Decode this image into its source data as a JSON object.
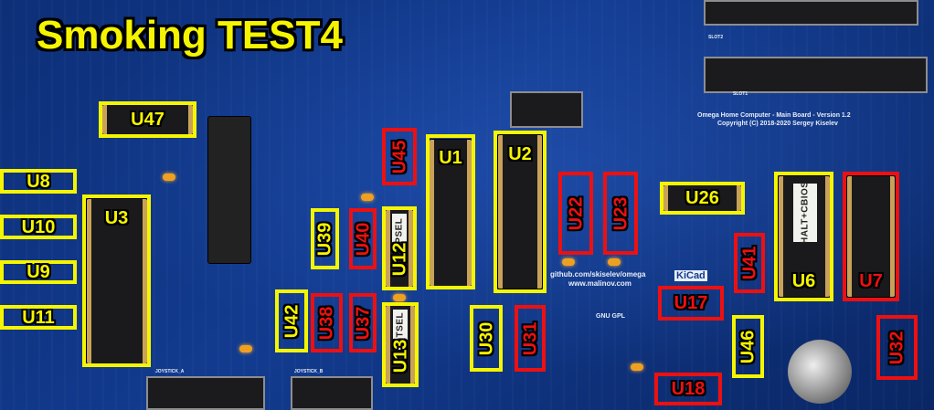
{
  "title": "Smoking TEST4",
  "colors": {
    "ok": "#f5f500",
    "fail": "#ee1010",
    "board": "#123b8f"
  },
  "board_text": {
    "main": "Omega Home Computer - Main Board - Version 1.2",
    "copyright": "Copyright (C) 2018-2020 Sergey Kiselev",
    "github": "github.com/skiselev/omega",
    "site": "www.malinov.com",
    "gpl": "GNU GPL",
    "kicad": "KiCad",
    "slot1": "SLOT1",
    "slot2": "SLOT2",
    "joy_a": "JOYSTICK_A",
    "joy_b": "JOYSTICK_B",
    "rom_sticker": "HALT+CBIOS",
    "ipsel_sticker": "IPSEL",
    "iotsel_sticker": "IOTSEL"
  },
  "labels": [
    {
      "id": "U47",
      "status": "ok"
    },
    {
      "id": "U8",
      "status": "ok"
    },
    {
      "id": "U10",
      "status": "ok"
    },
    {
      "id": "U9",
      "status": "ok"
    },
    {
      "id": "U11",
      "status": "ok"
    },
    {
      "id": "U3",
      "status": "ok"
    },
    {
      "id": "U1",
      "status": "ok"
    },
    {
      "id": "U2",
      "status": "ok"
    },
    {
      "id": "U39",
      "status": "ok"
    },
    {
      "id": "U12",
      "status": "ok"
    },
    {
      "id": "U13",
      "status": "ok"
    },
    {
      "id": "U42",
      "status": "ok"
    },
    {
      "id": "U30",
      "status": "ok"
    },
    {
      "id": "U26",
      "status": "ok"
    },
    {
      "id": "U6",
      "status": "ok"
    },
    {
      "id": "U46",
      "status": "ok"
    },
    {
      "id": "U45",
      "status": "fail"
    },
    {
      "id": "U40",
      "status": "fail"
    },
    {
      "id": "U38",
      "status": "fail"
    },
    {
      "id": "U37",
      "status": "fail"
    },
    {
      "id": "U31",
      "status": "fail"
    },
    {
      "id": "U22",
      "status": "fail"
    },
    {
      "id": "U23",
      "status": "fail"
    },
    {
      "id": "U41",
      "status": "fail"
    },
    {
      "id": "U17",
      "status": "fail"
    },
    {
      "id": "U18",
      "status": "fail"
    },
    {
      "id": "U7",
      "status": "fail"
    },
    {
      "id": "U32",
      "status": "fail"
    }
  ]
}
